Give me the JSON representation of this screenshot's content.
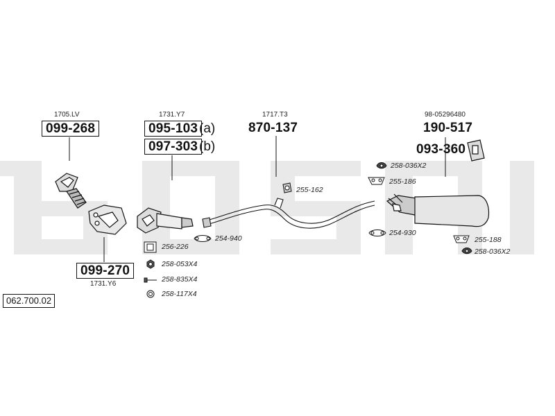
{
  "watermark": {
    "text": "bosal",
    "color": "#e9e9e9"
  },
  "diagram_number": "062.700.02",
  "components": [
    {
      "id": "front-pipe",
      "ref": "1705.LV",
      "part_number": "099-268",
      "boxed": true
    },
    {
      "id": "catalyst",
      "ref": "1731.Y7",
      "part_number": "095-103",
      "suffix": "(a)",
      "boxed": true
    },
    {
      "id": "catalyst-alt",
      "part_number": "097-303",
      "suffix": "(b)",
      "boxed": true
    },
    {
      "id": "middle-pipe",
      "ref": "1717.T3",
      "part_number": "870-137",
      "boxed": false
    },
    {
      "id": "rear-silencer",
      "ref": "98-05296480",
      "part_number": "190-517",
      "boxed": false
    },
    {
      "id": "rear-bracket",
      "part_number": "093-360",
      "boxed": false
    },
    {
      "id": "particulate-filter",
      "ref": "1731.Y6",
      "part_number": "099-270",
      "boxed": true
    }
  ],
  "fittings": [
    {
      "id": "gasket-256-226",
      "code": "256-226"
    },
    {
      "id": "nut-258-053",
      "code": "258-053X4"
    },
    {
      "id": "bolt-258-835",
      "code": "258-835X4"
    },
    {
      "id": "washer-258-117",
      "code": "258-117X4"
    },
    {
      "id": "clamp-254-940",
      "code": "254-940"
    },
    {
      "id": "hanger-255-162",
      "code": "255-162"
    },
    {
      "id": "rubber-258-036-top",
      "code": "258-036X2"
    },
    {
      "id": "hanger-255-186",
      "code": "255-186"
    },
    {
      "id": "clamp-254-930",
      "code": "254-930"
    },
    {
      "id": "hanger-255-188",
      "code": "255-188"
    },
    {
      "id": "rubber-258-036-bottom",
      "code": "258-036X2"
    }
  ]
}
